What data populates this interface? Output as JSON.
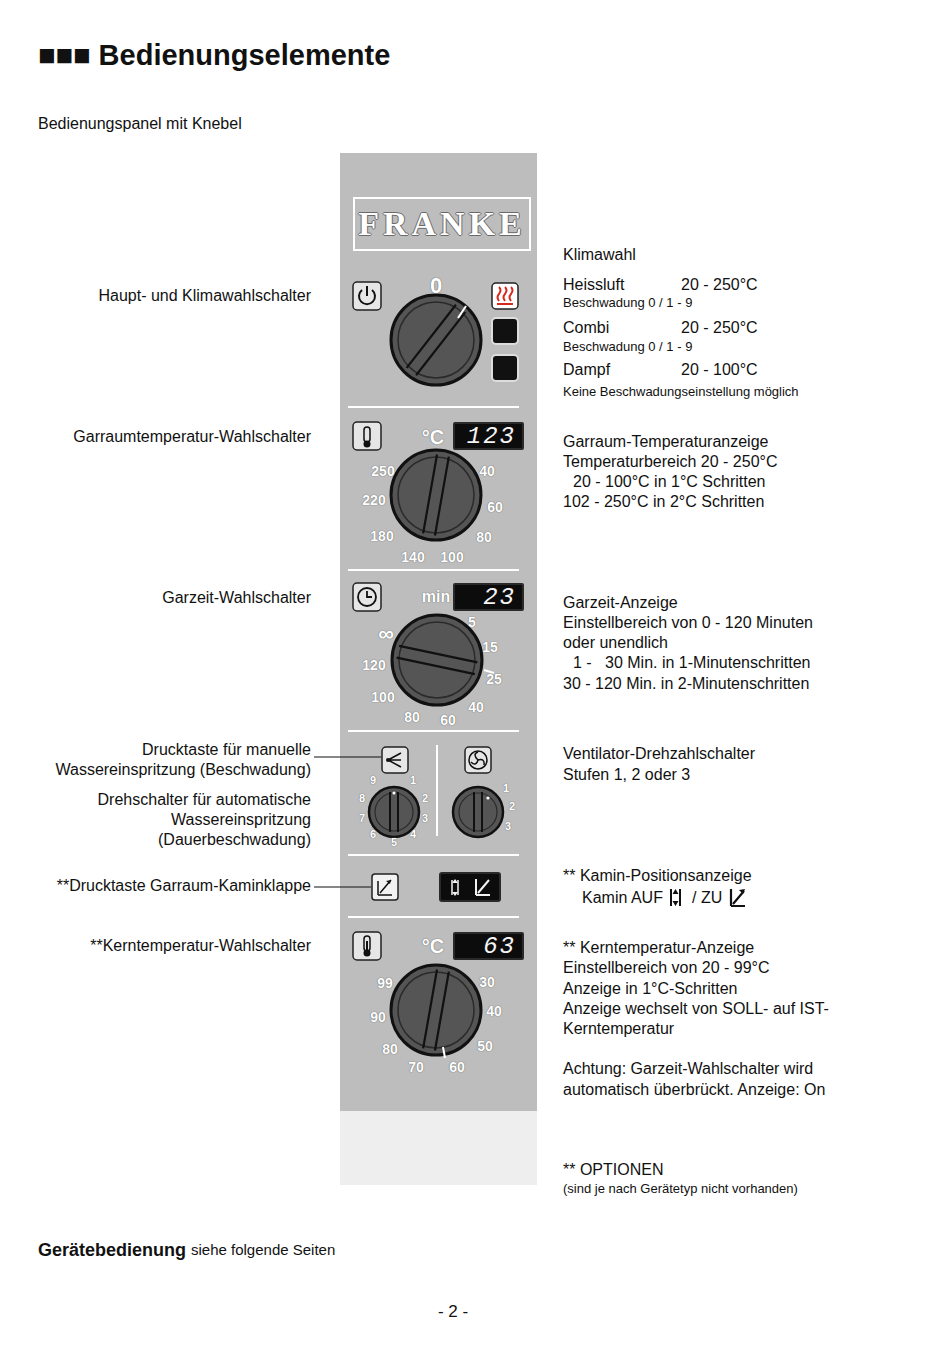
{
  "diagram": {
    "title": "■■■ Bedienungselemente",
    "nodes": [
      {
        "text": [
          "FRANKE"
        ]
      },
      {
        "text": [
          "123"
        ]
      },
      {
        "text": [
          "23"
        ]
      },
      {
        "text": [
          "63"
        ]
      }
    ],
    "labels": [
      "Bedienungspanel mit Knebel",
      "Haupt- und Klimawahlschalter",
      "Garraumtemperatur-Wahlschalter",
      "Garzeit-Wahlschalter",
      "Drucktaste für manuelle Wassereinspritzung (Beschwadung)",
      "Drehschalter für automatische Wassereinspritzung (Dauerbeschwadung)",
      "**Drucktaste Garraum-Kaminklappe",
      "**Kerntemperatur-Wahlschalter",
      "0",
      "°C",
      "250",
      "40",
      "220",
      "60",
      "180",
      "80",
      "140",
      "100",
      "min",
      "∞",
      "5",
      "15",
      "120",
      "25",
      "100",
      "40",
      "80",
      "60",
      "9",
      "1",
      "8",
      "2",
      "7",
      "3",
      "6",
      "4",
      "5",
      "1",
      "2",
      "3",
      "°C",
      "99",
      "30",
      "90",
      "40",
      "80",
      "50",
      "70",
      "60",
      "Klimawahl",
      "Heissluft",
      "20 - 250°C",
      "Beschwadung 0 / 1 - 9",
      "Combi",
      "20 - 250°C",
      "Beschwadung 0 / 1 - 9",
      "Dampf",
      "20 - 100°C",
      "Keine Beschwadungseinstellung möglich",
      "Garraum-Temperaturanzeige",
      "Temperaturbereich 20 - 250°C",
      "20 - 100°C in 1°C Schritten",
      "102 - 250°C in 2°C Schritten",
      "Garzeit-Anzeige",
      "Einstellbereich von 0 - 120 Minuten",
      "oder unendlich",
      "1 -   30 Min. in 1-Minutenschritten",
      "30 - 120 Min. in 2-Minutenschritten",
      "Ventilator-Drehzahlschalter",
      "Stufen 1, 2 oder 3",
      "** Kamin-Positionsanzeige",
      "Kamin AUF",
      "/ ZU",
      "** Kerntemperatur-Anzeige",
      "Einstellbereich von 20 - 99°C",
      "Anzeige in 1°C-Schritten",
      "Anzeige wechselt von SOLL- auf IST-",
      "Kerntemperatur",
      "Achtung: Garzeit-Wahlschalter wird",
      "automatisch überbrückt. Anzeige: On",
      "** OPTIONEN",
      "(sind je nach Gerätetyp nicht vorhanden)",
      "Gerätebedienung",
      "siehe folgende Seiten",
      "- 2 -"
    ]
  }
}
